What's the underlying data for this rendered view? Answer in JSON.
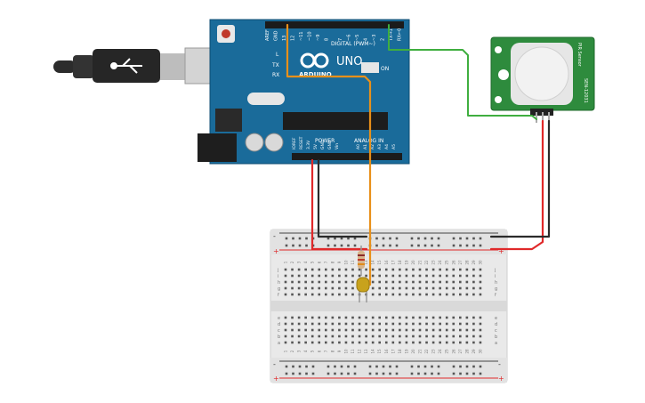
{
  "arduino": {
    "model": "UNO",
    "brand": "ARDUINO",
    "digital_label": "DIGITAL (PWM~)",
    "power_label": "POWER",
    "analog_label": "ANALOG IN",
    "on_label": "ON",
    "tx_label": "TX",
    "rx_label": "RX",
    "l_label": "L",
    "top_pins": [
      "AREF",
      "GND",
      "13",
      "12",
      "~11",
      "~10",
      "~9",
      "8",
      "7",
      "~6",
      "~5",
      "4",
      "~3",
      "2",
      "TX→1",
      "RX←0"
    ],
    "power_pins": [
      "IOREF",
      "RESET",
      "3.3V",
      "5V",
      "GND",
      "GND",
      "Vin"
    ],
    "analog_pins": [
      "A0",
      "A1",
      "A2",
      "A3",
      "A4",
      "A5"
    ]
  },
  "pir_sensor": {
    "left_label": "PIR Sensor",
    "right_label": "SEN-12031"
  },
  "breadboard": {
    "top_columns": [
      "1",
      "2",
      "3",
      "4",
      "5",
      "6",
      "7",
      "8",
      "9",
      "10",
      "11",
      "12",
      "13",
      "14",
      "15",
      "16",
      "17",
      "18",
      "19",
      "20",
      "21",
      "22",
      "23",
      "24",
      "25",
      "26",
      "27",
      "28",
      "29",
      "30"
    ],
    "upper_rows": [
      "j",
      "i",
      "h",
      "g",
      "f"
    ],
    "lower_rows": [
      "e",
      "d",
      "c",
      "b",
      "a"
    ],
    "rail_plus": "+",
    "rail_minus": "-"
  },
  "colors": {
    "board_blue": "#1a6b9a",
    "board_dark": "#15567c",
    "sensor_green": "#2e8b3d",
    "wire_red": "#e0292a",
    "wire_black": "#2b2b2b",
    "wire_orange": "#e8901a",
    "wire_green": "#3fae3f",
    "led_yellow": "#c8a21c"
  }
}
